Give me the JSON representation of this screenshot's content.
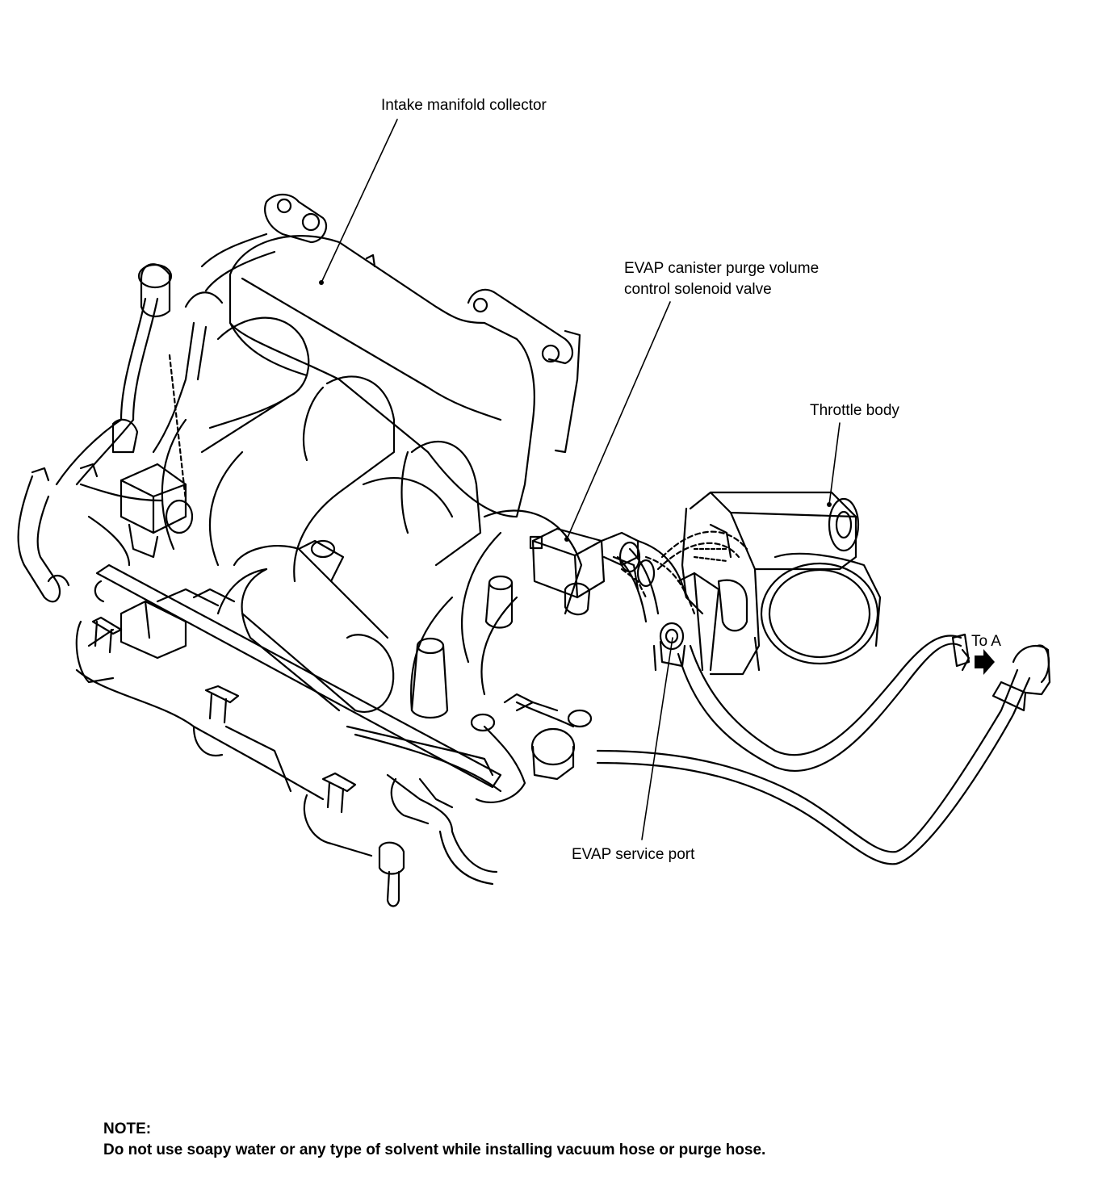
{
  "labels": {
    "intake_manifold_collector": "Intake manifold collector",
    "evap_valve_line1": "EVAP canister purge volume",
    "evap_valve_line2": "control solenoid valve",
    "throttle_body": "Throttle body",
    "evap_service_port": "EVAP service port",
    "to_a": "To A"
  },
  "note": {
    "heading": "NOTE:",
    "text": "Do not use soapy water or any type of solvent while installing vacuum hose or purge hose."
  },
  "colors": {
    "ink": "#000000",
    "background": "#ffffff"
  }
}
